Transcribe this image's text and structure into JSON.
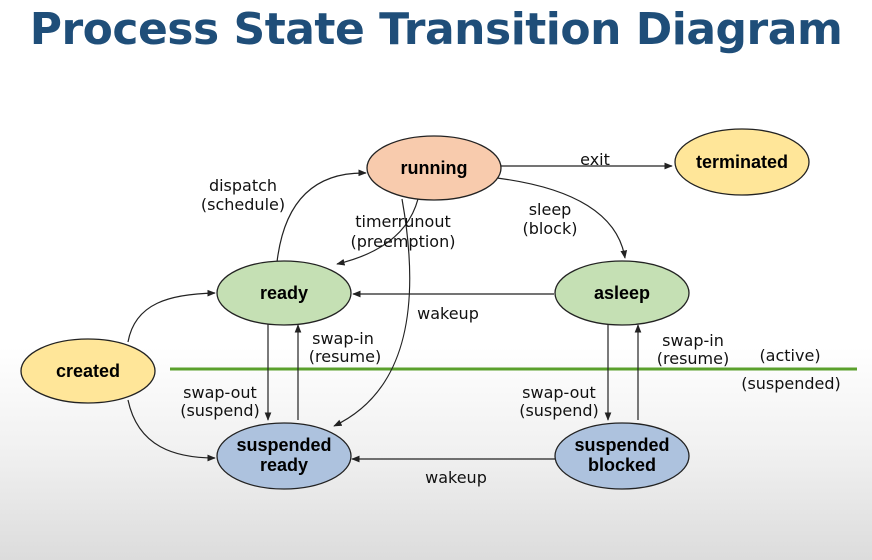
{
  "title": "Process State Transition Diagram",
  "colors": {
    "title": "#1f4e79",
    "running": "#f8cbad",
    "ready": "#c5e0b4",
    "asleep": "#c5e0b4",
    "created": "#ffe699",
    "terminated": "#ffe699",
    "suspended": "#adc2de",
    "divider": "#5aa02c"
  },
  "states": {
    "running": "running",
    "terminated": "terminated",
    "ready": "ready",
    "asleep": "asleep",
    "created": "created",
    "suspended_ready_1": "suspended",
    "suspended_ready_2": "ready",
    "suspended_blocked_1": "suspended",
    "suspended_blocked_2": "blocked"
  },
  "transitions": {
    "exit": "exit",
    "dispatch_1": "dispatch",
    "dispatch_2": "(schedule)",
    "timerrunout_1": "timerrunout",
    "timerrunout_2": "(preemption)",
    "sleep_1": "sleep",
    "sleep_2": "(block)",
    "wakeup_top": "wakeup",
    "wakeup_bottom": "wakeup",
    "swapin_left_1": "swap-in",
    "swapin_left_2": "(resume)",
    "swapout_left_1": "swap-out",
    "swapout_left_2": "(suspend)",
    "swapin_right_1": "swap-in",
    "swapin_right_2": "(resume)",
    "swapout_right_1": "swap-out",
    "swapout_right_2": "(suspend)"
  },
  "zones": {
    "active": "(active)",
    "suspended": "(suspended)"
  }
}
